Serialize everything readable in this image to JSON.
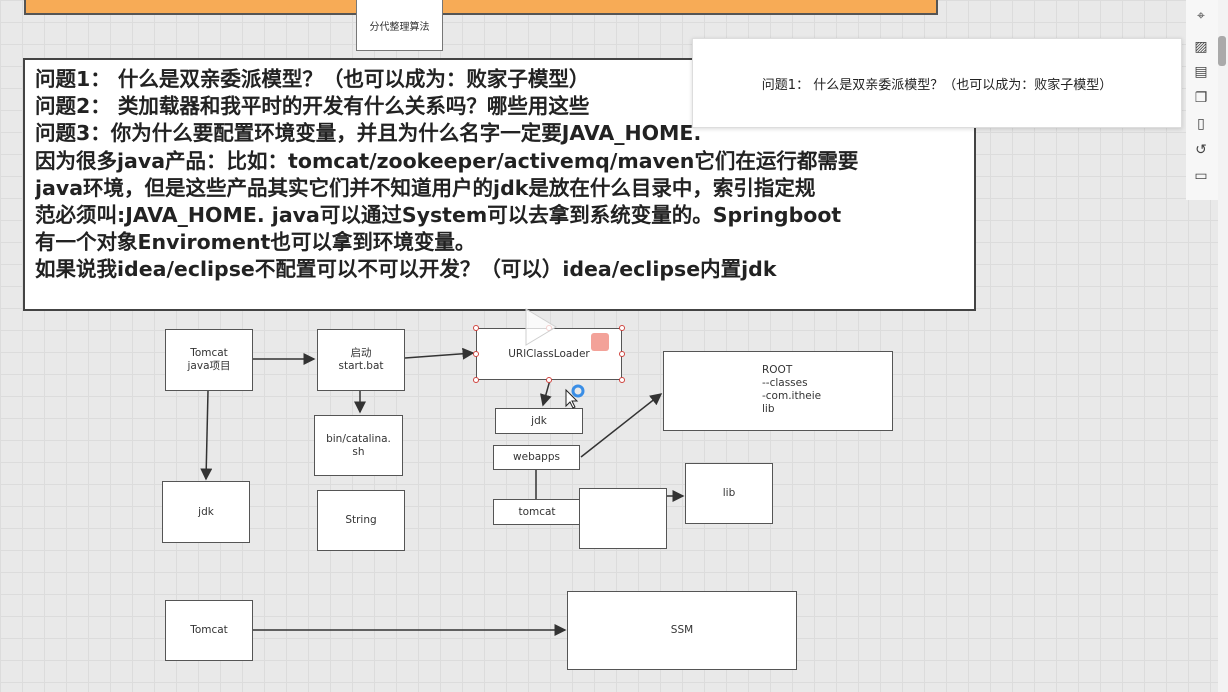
{
  "top_box_label": "分代整理算法",
  "text_lines": [
    "问题1： 什么是双亲委派模型？（也可以成为：败家子模型）",
    "问题2： 类加载器和我平时的开发有什么关系吗？哪些用这些",
    "问题3：你为什么要配置环境变量，并且为什么名字一定要JAVA_HOME.",
    "因为很多java产品：比如：tomcat/zookeeper/activemq/maven它们在运行都需要",
    "java环境，但是这些产品其实它们并不知道用户的jdk是放在什么目录中，索引指定规",
    "范必须叫:JAVA_HOME. java可以通过System可以去拿到系统变量的。Springboot",
    "有一个对象Enviroment也可以拿到环境变量。",
    "如果说我idea/eclipse不配置可以不可以开发？（可以）idea/eclipse内置jdk"
  ],
  "tooltip_text": "问题1： 什么是双亲委派模型？（也可以成为：败家子模型）",
  "toolbar_icons": [
    "locate-icon",
    "image-icon",
    "calendar-icon",
    "copy-icon",
    "document-icon",
    "history-icon",
    "comment-icon"
  ],
  "toolbar_glyphs": [
    "⌖",
    "▨",
    "▤",
    "❐",
    "▯",
    "↺",
    "▭"
  ],
  "nodes": {
    "tomcat_project": "Tomcat\njava项目",
    "start_bat": "启动\nstart.bat",
    "urlclassloader": "URlClassLoader",
    "catalina": "bin/catalina.\nsh",
    "string": "String",
    "jdk_left": "jdk",
    "jdk_mid": "jdk",
    "webapps": "webapps",
    "tomcat_small": "tomcat",
    "blank": "",
    "lib": "lib",
    "root": "ROOT\n    --classes\n    -com.itheie\n     lib",
    "tomcat_bottom": "Tomcat",
    "ssm": "SSM"
  },
  "colors": {
    "accent_orange": "#f7ab56",
    "selection_red": "#d0443f",
    "cursor_blue": "#3a8ee6"
  }
}
